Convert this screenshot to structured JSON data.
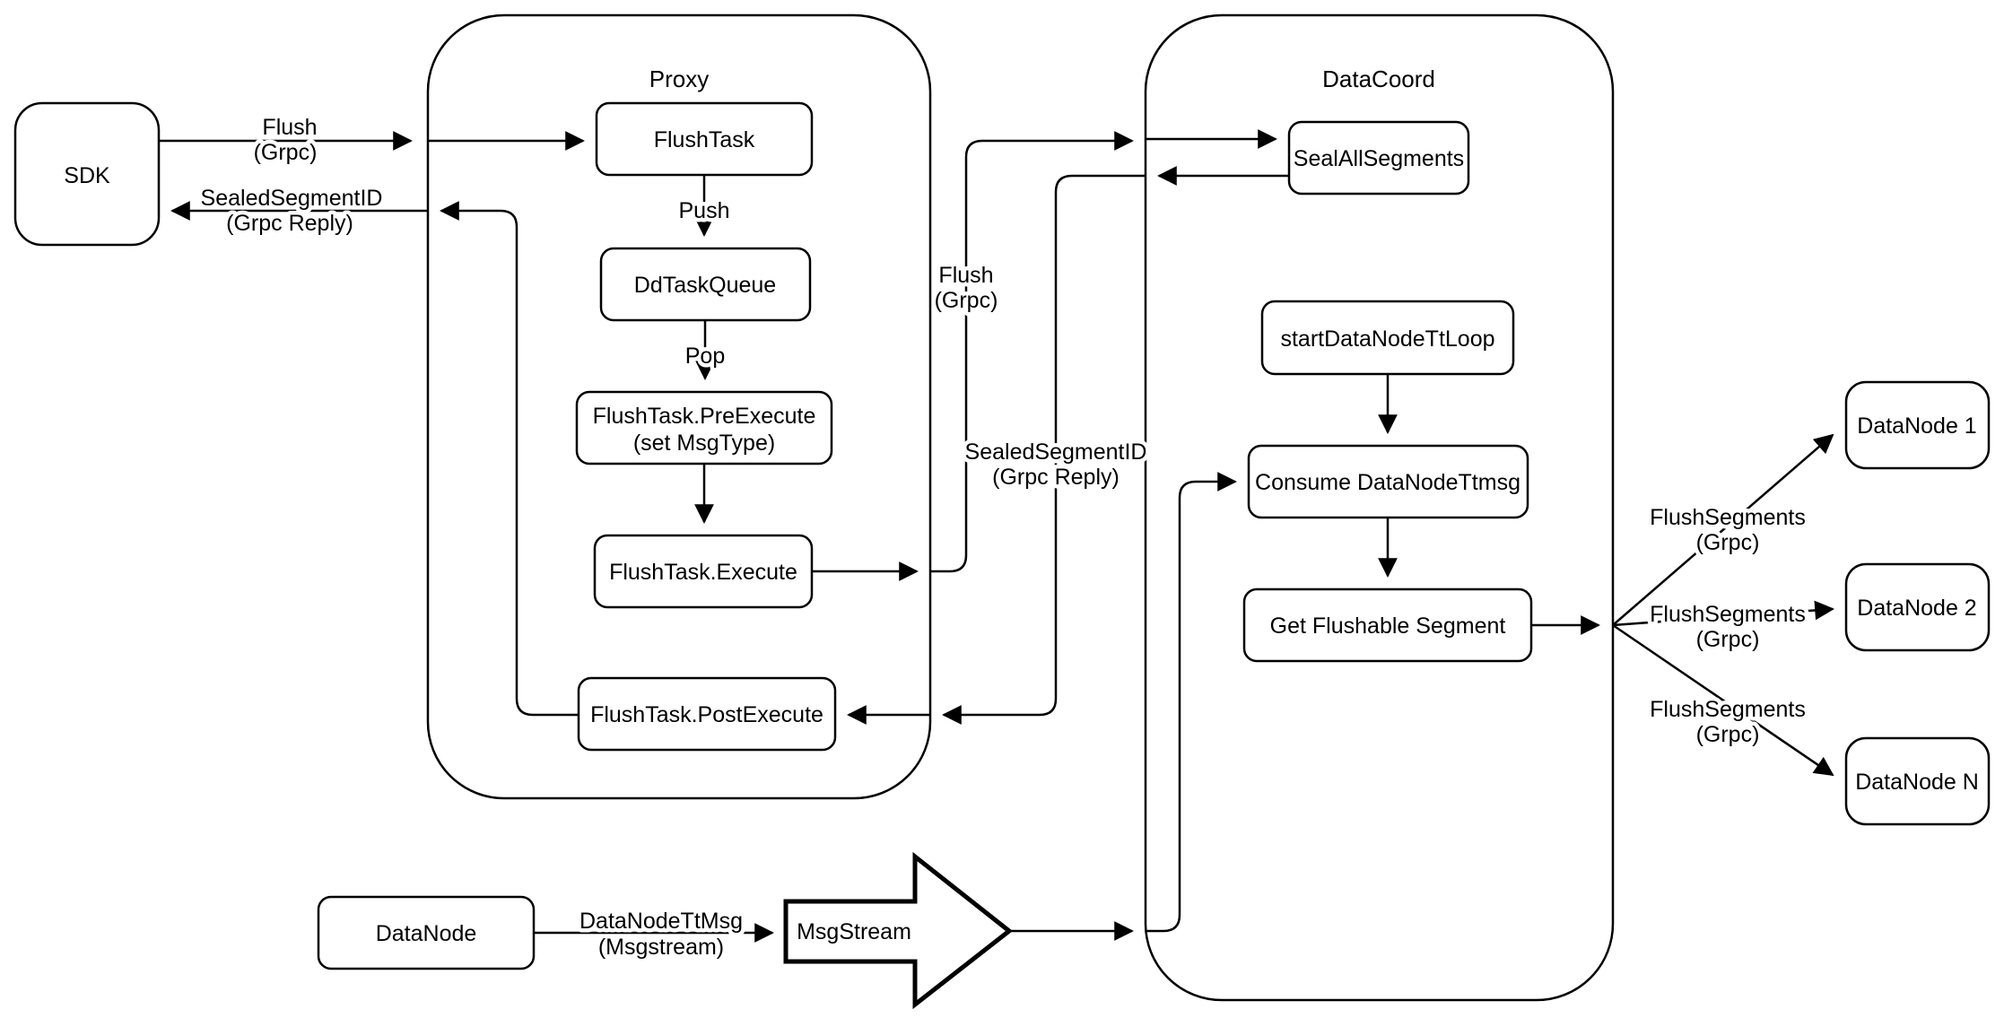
{
  "containers": {
    "proxy": "Proxy",
    "datacoord": "DataCoord"
  },
  "nodes": {
    "sdk": "SDK",
    "flush_task": "FlushTask",
    "dd_task_queue": "DdTaskQueue",
    "pre_execute": "FlushTask.PreExecute",
    "pre_execute_sub": "(set MsgType)",
    "execute": "FlushTask.Execute",
    "post_execute": "FlushTask.PostExecute",
    "seal_all_segments": "SealAllSegments",
    "start_datanode_tt_loop": "startDataNodeTtLoop",
    "consume_datanode_ttmsg": "Consume DataNodeTtmsg",
    "get_flushable_segment": "Get Flushable Segment",
    "datanode_1": "DataNode 1",
    "datanode_2": "DataNode 2",
    "datanode_n": "DataNode N",
    "datanode": "DataNode",
    "msgstream": "MsgStream"
  },
  "edge_labels": {
    "flush_sdk": "Flush",
    "flush_sdk_sub": "(Grpc)",
    "sealed_sdk": "SealedSegmentID",
    "sealed_sdk_sub": "(Grpc Reply)",
    "push": "Push",
    "pop": "Pop",
    "flush_mid": "Flush",
    "flush_mid_sub": "(Grpc)",
    "sealed_mid": "SealedSegmentID",
    "sealed_mid_sub": "(Grpc Reply)",
    "flush_segments_1": "FlushSegments",
    "flush_segments_1_sub": "(Grpc)",
    "flush_segments_2": "FlushSegments",
    "flush_segments_2_sub": "(Grpc)",
    "flush_segments_3": "FlushSegments",
    "flush_segments_3_sub": "(Grpc)",
    "datanode_ttmsg": "DataNodeTtMsg",
    "datanode_ttmsg_sub": "(Msgstream)"
  },
  "colors": {
    "stroke": "#000000",
    "fill": "#ffffff",
    "background": "#ffffff"
  }
}
